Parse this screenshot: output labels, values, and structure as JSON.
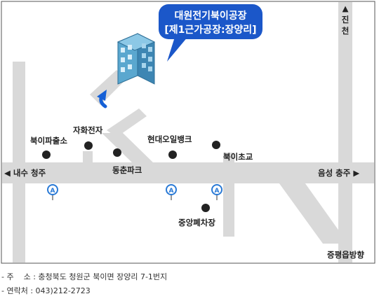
{
  "company": {
    "name_line1": "대원전기북이공장",
    "name_line2": "[제1근가공장:장양리]"
  },
  "directions": {
    "left": "◀ 내수 청주",
    "right": "음성 충주 ▶",
    "top_arrow": "▲",
    "top_char1": "진",
    "top_char2": "천",
    "bottom_right": "증평읍방향"
  },
  "landmarks": [
    {
      "id": "bukipachulso",
      "label": "북이파출소"
    },
    {
      "id": "jahwa",
      "label": "자화전자"
    },
    {
      "id": "dongchun",
      "label": "동춘파크"
    },
    {
      "id": "hyundai-oil",
      "label": "현대오일뱅크"
    },
    {
      "id": "buki-school",
      "label": "북이초교"
    },
    {
      "id": "jungang",
      "label": "중앙폐차장"
    }
  ],
  "info": {
    "address_label": "- 주    소",
    "address_value": "충청북도 청원군 북이면 장양리 7-1번지",
    "contact_label": "- 연락처",
    "contact_value": "043)212-2723"
  },
  "colors": {
    "road": "#d9d9d9",
    "bubble": "#1b57c9",
    "building": "#5aa7cf",
    "marker": "#222222",
    "route_arrow": "#1560d6"
  },
  "icons": {
    "bus_stop": "bus-stop-icon",
    "building": "building-icon"
  }
}
